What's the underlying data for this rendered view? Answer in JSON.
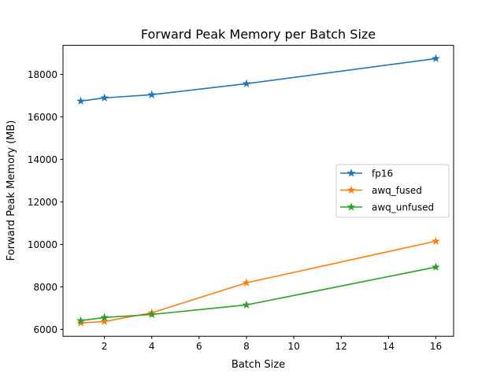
{
  "chart_data": {
    "type": "line",
    "title": "Forward Peak Memory per Batch Size",
    "xlabel": "Batch Size",
    "ylabel": "Forward Peak Memory (MB)",
    "xlim": [
      0.25,
      16.75
    ],
    "ylim": [
      5674,
      19363
    ],
    "xticks": [
      2,
      4,
      6,
      8,
      10,
      12,
      14,
      16
    ],
    "xtick_labels": [
      "2",
      "4",
      "6",
      "8",
      "10",
      "12",
      "14",
      "16"
    ],
    "yticks": [
      6000,
      8000,
      10000,
      12000,
      14000,
      16000,
      18000
    ],
    "ytick_labels": [
      "6000",
      "8000",
      "10000",
      "12000",
      "14000",
      "16000",
      "18000"
    ],
    "grid": false,
    "legend_position": "center-right",
    "marker": "star",
    "x": [
      1,
      2,
      4,
      8,
      16
    ],
    "series": [
      {
        "name": "fp16",
        "color": "#1f77b4",
        "values": [
          16740,
          16890,
          17040,
          17560,
          18740
        ]
      },
      {
        "name": "awq_fused",
        "color": "#ff7f0e",
        "values": [
          6300,
          6370,
          6780,
          8190,
          10150
        ]
      },
      {
        "name": "awq_unfused",
        "color": "#2ca02c",
        "values": [
          6410,
          6560,
          6700,
          7150,
          8930
        ]
      }
    ]
  }
}
